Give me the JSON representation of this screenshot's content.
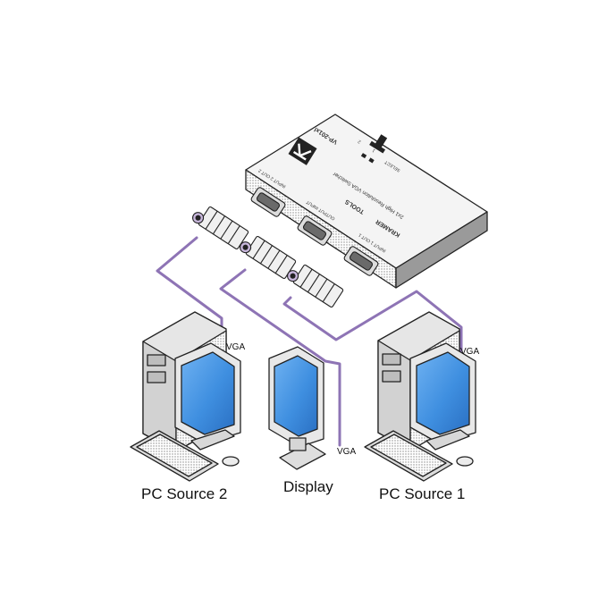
{
  "device": {
    "brand": "KRAMER",
    "product_line": "TOOLS",
    "description": "2x1 High Resolution VGA Switcher",
    "model": "VP-201xl",
    "select_label": "SELECT",
    "input1_label": "1",
    "input2_label": "2",
    "port_label_input2": "INPUT 2 OUT 2",
    "port_label_output": "OUTPUT INPUT",
    "port_label_input1": "INPUT 1 OUT 1"
  },
  "labels": {
    "pc_source_2": "PC Source 2",
    "display": "Display",
    "pc_source_1": "PC Source 1",
    "vga_left": "VGA",
    "vga_display": "VGA",
    "vga_right": "VGA"
  },
  "colors": {
    "cable": "#8e74b5",
    "screen": "#3f8fe0",
    "outline": "#222222",
    "device_body": "#e9e9e9"
  }
}
